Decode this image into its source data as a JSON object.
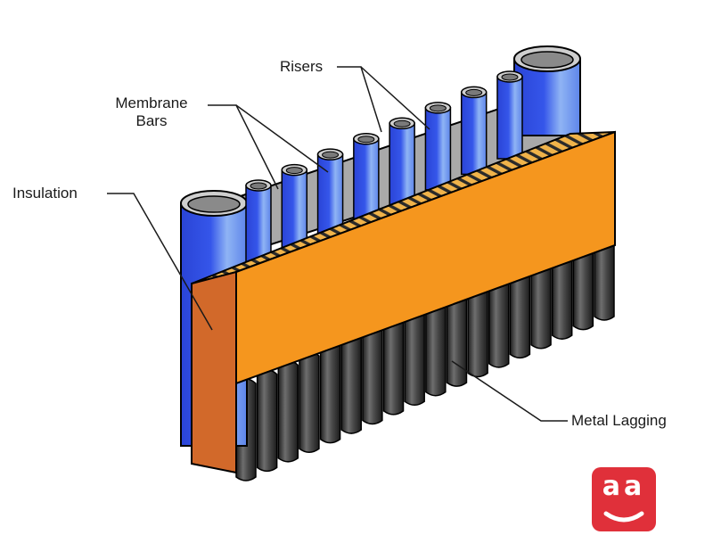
{
  "labels": {
    "risers": "Risers",
    "membrane_bars_line1": "Membrane",
    "membrane_bars_line2": "Bars",
    "insulation": "Insulation",
    "metal_lagging": "Metal Lagging"
  },
  "logo": {
    "letters": "aa",
    "icon": "smiling-aa-logo-icon"
  },
  "colors": {
    "riser_blue": "#2f4fe0",
    "riser_light": "#7fa8f0",
    "membrane_gray": "#a9a9a9",
    "insulation_orange": "#f5961e",
    "insulation_side": "#d2692a",
    "insulation_top": "#e8b04a",
    "lagging_dark": "#3a3a3a",
    "logo_red": "#e0303a"
  }
}
